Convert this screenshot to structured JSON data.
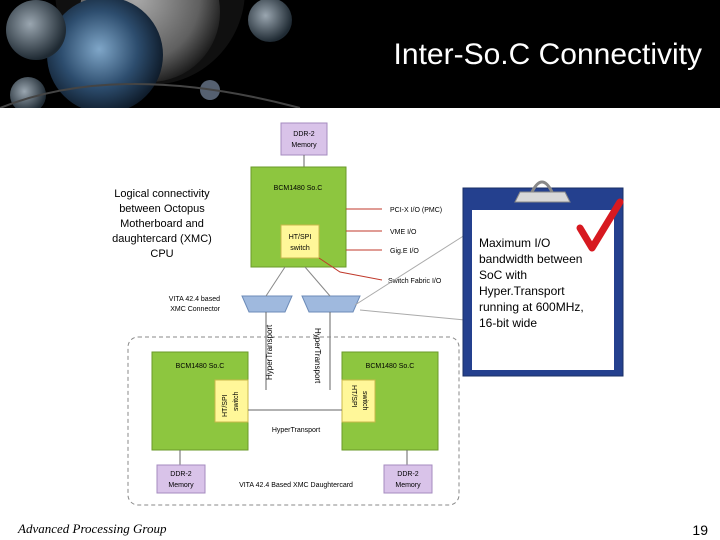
{
  "slide": {
    "title": "Inter-So.C Connectivity",
    "footer": "Advanced Processing Group",
    "page_number": "19"
  },
  "diagram": {
    "ddr_top": [
      "DDR-2",
      "Memory"
    ],
    "soc_main": "BCM1480 So.C",
    "switch_main": [
      "HT/SPI",
      "switch"
    ],
    "io_labels": [
      "PCI-X I/O (PMC)",
      "VME I/O",
      "Gig.E I/O",
      "Switch Fabric I/O"
    ],
    "logical_note": [
      "Logical connectivity",
      "between Octopus",
      "Motherboard and",
      "daughtercard (XMC)",
      "CPU"
    ],
    "connector_label": [
      "VITA 42.4 based",
      "XMC Connector"
    ],
    "ht_left_vertical": "HyperTransport",
    "ht_right_vertical": "HyperTransport",
    "soc_left": "BCM1480 So.C",
    "soc_right": "BCM1480 So.C",
    "switch_left": [
      "HT/SPI",
      "switch"
    ],
    "switch_right": [
      "HT/SPI",
      "switch"
    ],
    "ht_center": "HyperTransport",
    "ddr_left": [
      "DDR-2",
      "Memory"
    ],
    "ddr_right": [
      "DDR-2",
      "Memory"
    ],
    "daughtercard_label": "VITA 42.4 Based XMC Daughtercard",
    "clipboard_note": [
      "Maximum I/O",
      "bandwidth between",
      "SoC with",
      "Hyper.Transport",
      "running at 600MHz,",
      "16-bit wide"
    ]
  },
  "colors": {
    "soc_green": "#8dc63f",
    "switch_yellow": "#fff799",
    "memory_purple": "#d9c3e9",
    "connector_blue": "#9fb9de",
    "check_red": "#d71920",
    "clipboard_blue": "#24408e"
  }
}
